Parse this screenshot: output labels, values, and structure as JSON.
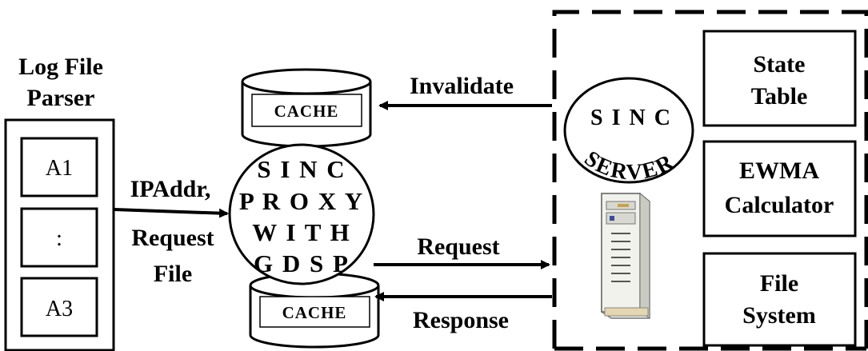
{
  "parser": {
    "title_line1": "Log File",
    "title_line2": "Parser",
    "items": [
      "A1",
      ":",
      "A3"
    ]
  },
  "edge_request_file": {
    "line1": "IPAddr,",
    "line2": "Request",
    "line3": "File"
  },
  "proxy": {
    "line1": "S I N  C",
    "line2": "P R O X Y",
    "line3": "W I T H",
    "line4": "G D S P"
  },
  "cache_top": {
    "label": "CACHE"
  },
  "cache_bottom": {
    "label": "CACHE"
  },
  "edges": {
    "invalidate": "Invalidate",
    "request": "Request",
    "response": "Response"
  },
  "server": {
    "label_top": "S I N  C",
    "label_bottom": "SERVER"
  },
  "components": {
    "state_table": {
      "line1": "State",
      "line2": "Table"
    },
    "ewma": {
      "line1": "EWMA",
      "line2": "Calculator"
    },
    "file_system": {
      "line1": "File",
      "line2": "System"
    }
  }
}
